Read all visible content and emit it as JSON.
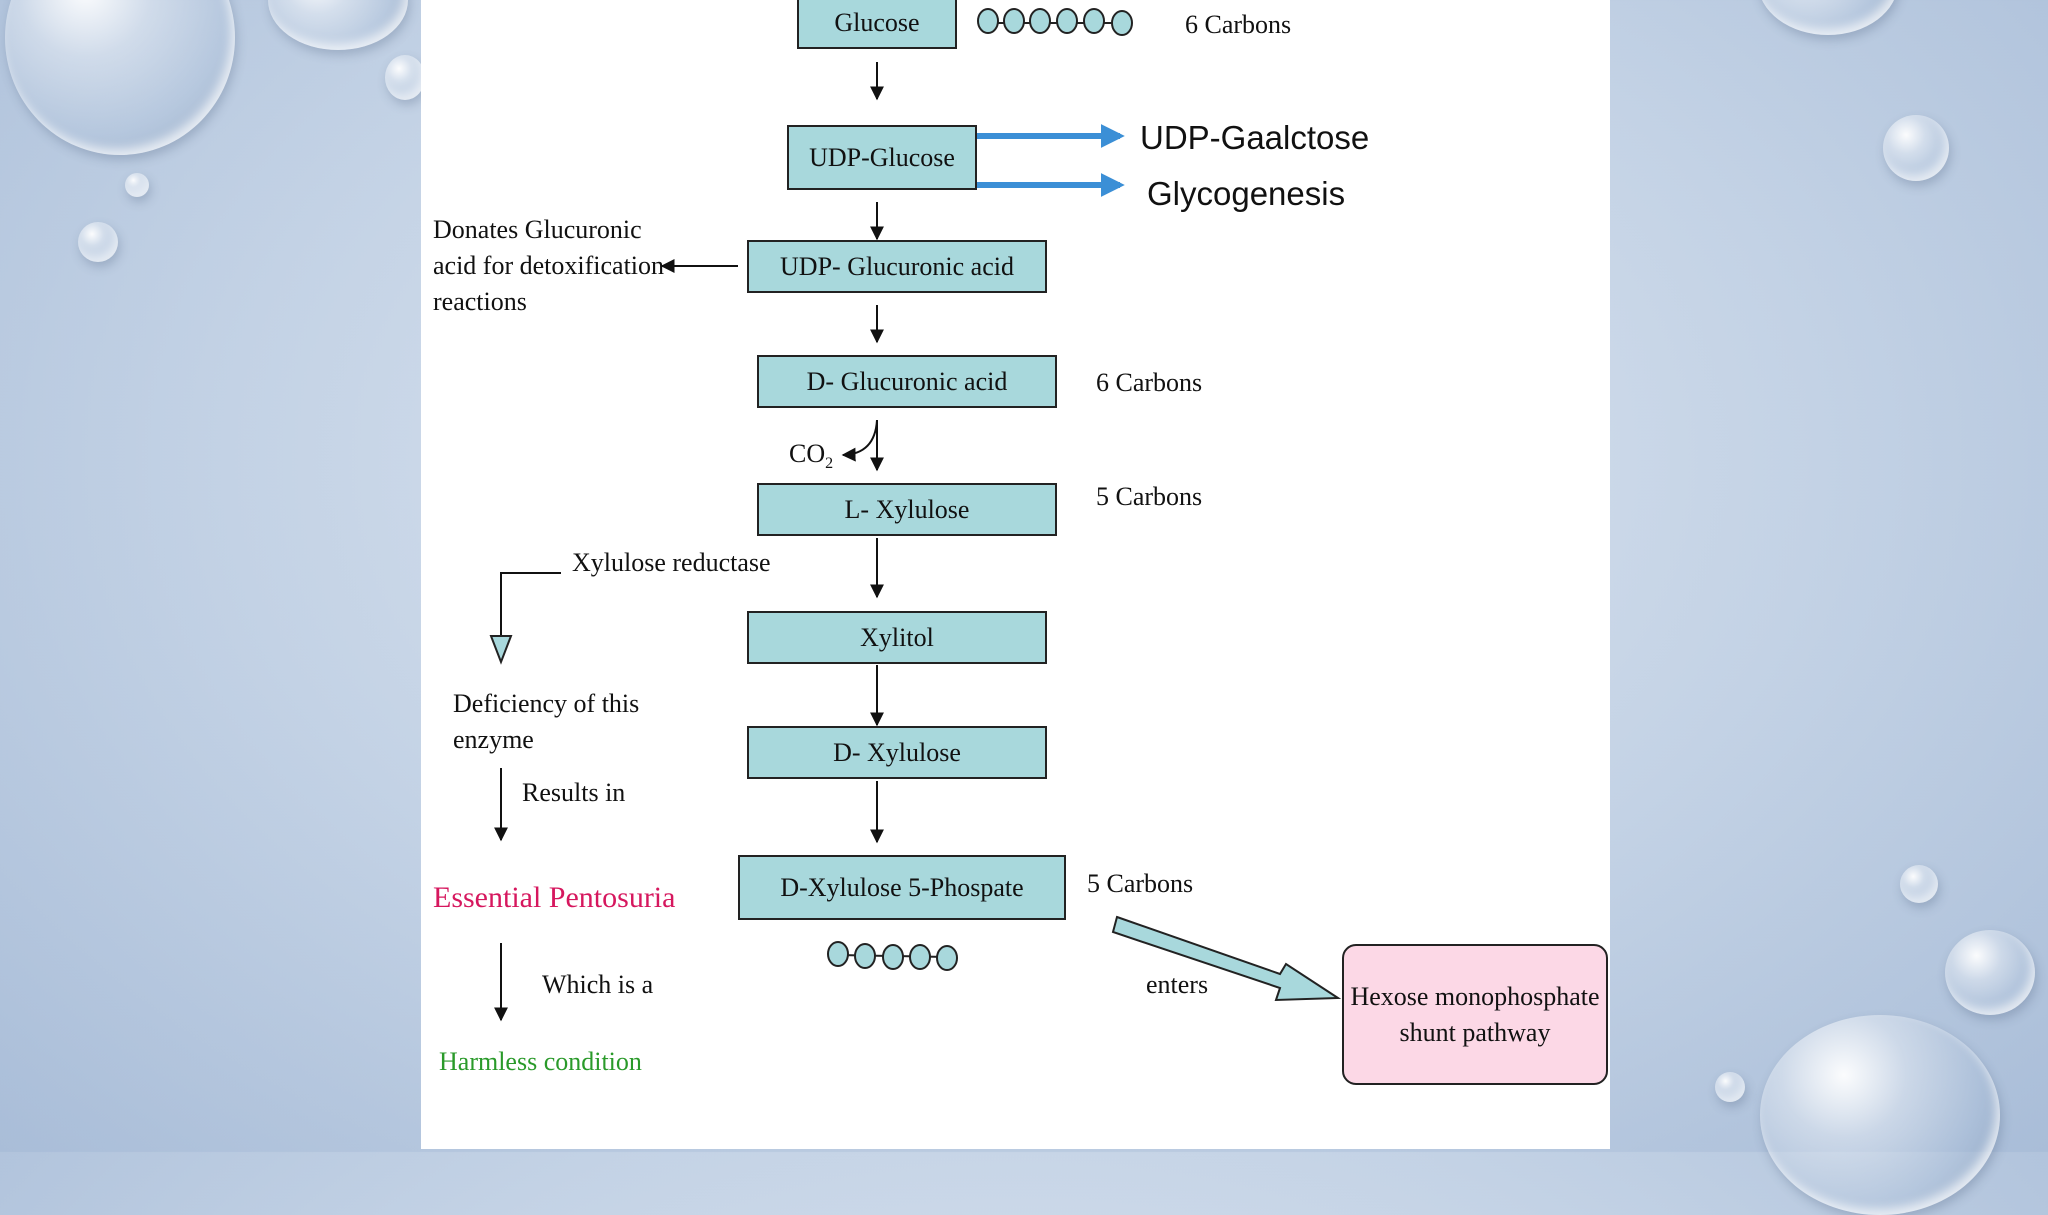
{
  "nodes": {
    "glucose": "Glucose",
    "udp_glucose": "UDP-Glucose",
    "udp_glucuronic": "UDP- Glucuronic acid",
    "d_glucuronic": "D- Glucuronic acid",
    "l_xylulose": "L- Xylulose",
    "xylitol": "Xylitol",
    "d_xylulose": "D- Xylulose",
    "d_xylulose_5p": "D-Xylulose 5-Phospate",
    "hmp_line1": "Hexose monophosphate",
    "hmp_line2": "shunt pathway"
  },
  "labels": {
    "carbons_6_top": "6 Carbons",
    "carbons_6_mid": "6 Carbons",
    "carbons_5_mid": "5 Carbons",
    "carbons_5_bottom": "5 Carbons",
    "udp_galactose": "UDP-Gaalctose",
    "glycogenesis": "Glycogenesis",
    "donates_line1": "Donates Glucuronic",
    "donates_line2": "acid for detoxification",
    "donates_line3": "reactions",
    "co2": "CO",
    "co2_sub": "2",
    "xylulose_reductase": "Xylulose reductase",
    "deficiency_line1": "Deficiency of this",
    "deficiency_line2": "enzyme",
    "results_in": "Results in",
    "essential_pentosuria": "Essential Pentosuria",
    "which_is_a": "Which is a",
    "harmless_condition": "Harmless condition",
    "enters": "enters"
  },
  "colors": {
    "box_fill": "#a8d8dc",
    "hmp_fill": "#fcd8e6",
    "blue_arrow": "#3b8fd6",
    "pink_text": "#d6175e",
    "green_text": "#2a9a2a"
  }
}
